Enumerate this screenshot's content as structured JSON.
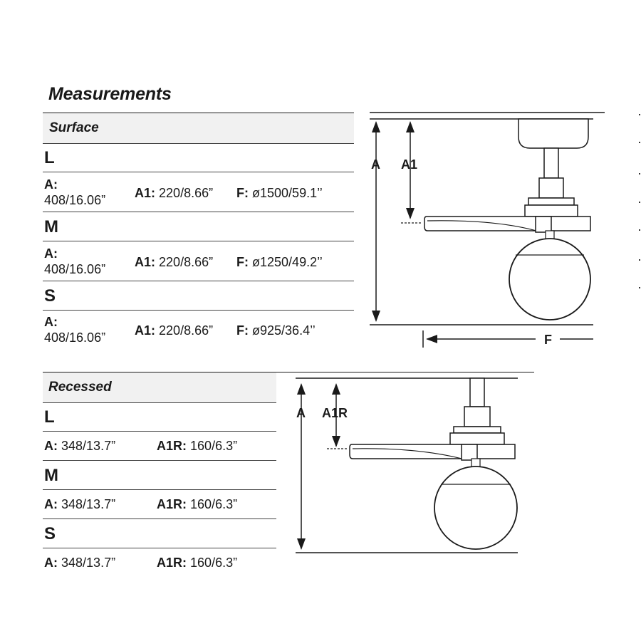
{
  "title": "Measurements",
  "surface": {
    "label": "Surface",
    "sizes": [
      {
        "size": "L",
        "a_key": "A:",
        "a_val": "408/16.06”",
        "a1_key": "A1:",
        "a1_val": "220/8.66”",
        "f_key": "F:",
        "f_val": "ø1500/59.1’’"
      },
      {
        "size": "M",
        "a_key": "A:",
        "a_val": "408/16.06”",
        "a1_key": "A1:",
        "a1_val": "220/8.66”",
        "f_key": "F:",
        "f_val": "ø1250/49.2’’"
      },
      {
        "size": "S",
        "a_key": "A:",
        "a_val": "408/16.06”",
        "a1_key": "A1:",
        "a1_val": "220/8.66”",
        "f_key": "F:",
        "f_val": "ø925/36.4’’"
      }
    ],
    "diagram": {
      "label_a": "A",
      "label_a1": "A1",
      "label_f": "F"
    }
  },
  "recessed": {
    "label": "Recessed",
    "sizes": [
      {
        "size": "L",
        "a_key": "A:",
        "a_val": "348/13.7”",
        "a1r_key": "A1R:",
        "a1r_val": "160/6.3”"
      },
      {
        "size": "M",
        "a_key": "A:",
        "a_val": "348/13.7”",
        "a1r_key": "A1R:",
        "a1r_val": "160/6.3”"
      },
      {
        "size": "S",
        "a_key": "A:",
        "a_val": "348/13.7”",
        "a1r_key": "A1R:",
        "a1r_val": "160/6.3”"
      }
    ],
    "diagram": {
      "label_a": "A",
      "label_a1r": "A1R"
    }
  }
}
